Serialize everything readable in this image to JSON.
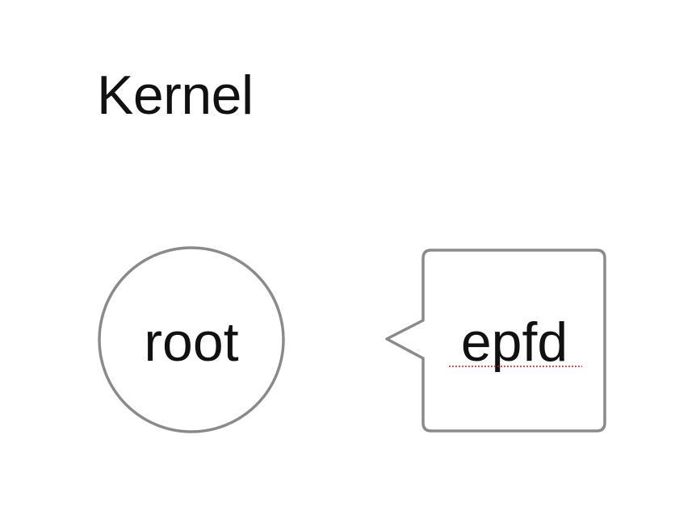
{
  "title": "Kernel",
  "nodes": {
    "root": {
      "label": "root"
    },
    "epfd": {
      "label": "epfd"
    }
  },
  "colors": {
    "outline": "#8a8a8a",
    "text": "#111111",
    "spellcheck": "#d0141a",
    "background": "#ffffff"
  }
}
